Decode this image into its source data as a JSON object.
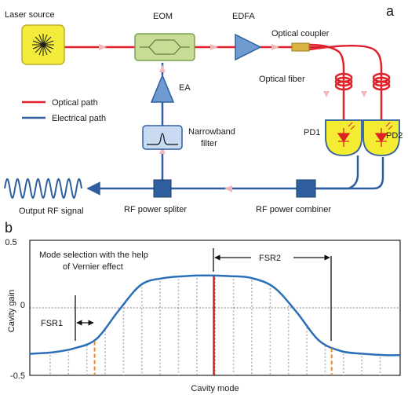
{
  "panel_a": {
    "label": "a",
    "components": {
      "laser": "Laser source",
      "eom": "EOM",
      "edfa": "EDFA",
      "coupler": "Optical coupler",
      "fiber": "Optical fiber",
      "ea": "EA",
      "filter_line1": "Narrowband",
      "filter_line2": "filter",
      "pd1": "PD1",
      "pd2": "PD2",
      "splitter": "RF power spliter",
      "combiner": "RF power combiner",
      "output": "Output RF signal"
    },
    "legend": {
      "optical": "Optical path",
      "electrical": "Electrical path"
    },
    "colors": {
      "optical": "#e0202a",
      "electrical": "#2f5f9e",
      "arrow": "#f0b8b8",
      "laser_fill": "#f3ec3a",
      "eom_fill": "#c9dc96",
      "amp_fill": "#6f9bd0",
      "pd_fill": "#f4ec33",
      "filter_fill": "#c9dbf3"
    }
  },
  "panel_b": {
    "label": "b",
    "annotation_line1": "Mode selection with the help",
    "annotation_line2": "of Vernier effect",
    "fsr1": "FSR1",
    "fsr2": "FSR2",
    "chart_data": {
      "type": "line",
      "xlabel": "Cavity mode",
      "ylabel": "Cavity gain",
      "yticks": [
        "0.5",
        "0",
        "-0.5"
      ],
      "ylim": [
        -0.5,
        0.5
      ],
      "series": [
        {
          "x": [
            0,
            0.06,
            0.12,
            0.18,
            0.24,
            0.3,
            0.36,
            0.42,
            0.48,
            0.54,
            0.6,
            0.66,
            0.72,
            0.78,
            0.84,
            0.9,
            0.96,
            1.0
          ],
          "values": [
            -0.34,
            -0.33,
            -0.3,
            -0.23,
            -0.02,
            0.17,
            0.22,
            0.235,
            0.24,
            0.235,
            0.22,
            0.15,
            -0.03,
            -0.24,
            -0.32,
            -0.34,
            -0.35,
            -0.35
          ]
        }
      ],
      "zero_line": "dotted",
      "mode_lines": "grey dotted",
      "selected_mode_color": "#cc1f1f",
      "curve_color": "#2a6fb8",
      "side_mode_color": "#e8882b"
    }
  }
}
